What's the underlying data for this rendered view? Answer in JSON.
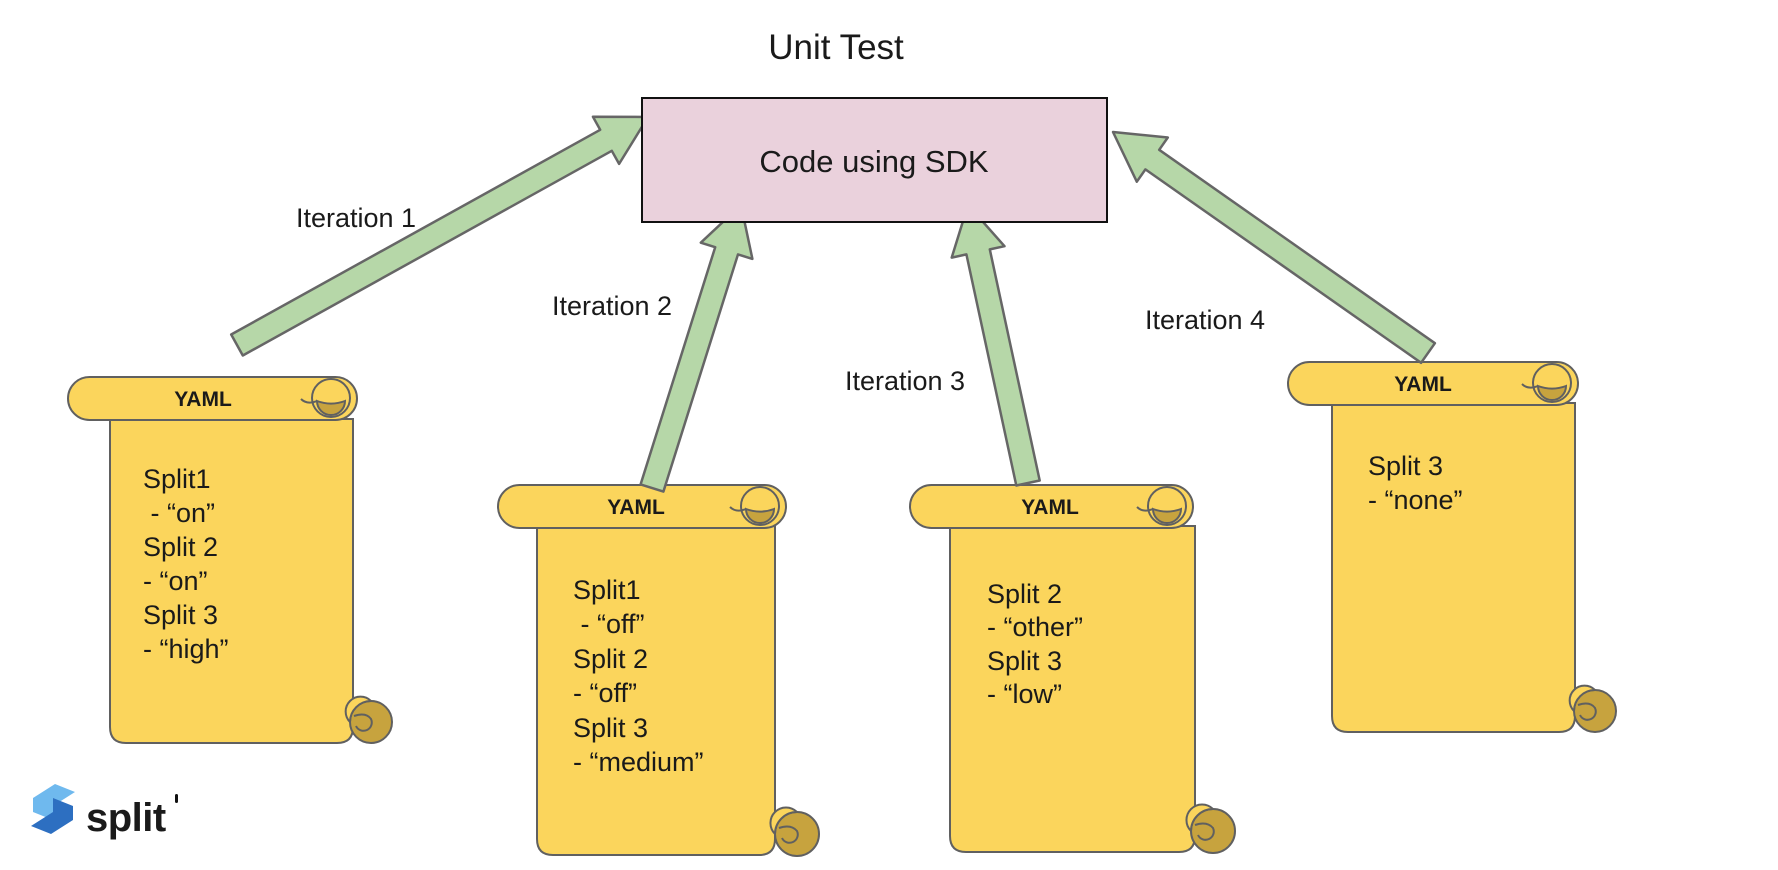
{
  "title": "Unit Test",
  "box": {
    "label": "Code using SDK"
  },
  "arrows": [
    {
      "label": "Iteration 1"
    },
    {
      "label": "Iteration 2"
    },
    {
      "label": "Iteration 3"
    },
    {
      "label": "Iteration 4"
    }
  ],
  "scrolls": [
    {
      "header": "YAML",
      "lines": [
        "Split1",
        " - “on”",
        "Split 2",
        "- “on”",
        "Split 3",
        "- “high”"
      ]
    },
    {
      "header": "YAML",
      "lines": [
        "Split1",
        " - “off”",
        "Split 2",
        "- “off”",
        "Split 3",
        "- “medium”"
      ]
    },
    {
      "header": "YAML",
      "lines": [
        "Split 2",
        "- “other”",
        "Split 3",
        "- “low”"
      ]
    },
    {
      "header": "YAML",
      "lines": [
        "Split 3",
        "- “none”"
      ]
    }
  ],
  "logo": {
    "wordmark": "split"
  },
  "colors": {
    "arrow_fill": "#B6D7A8",
    "arrow_stroke": "#666666",
    "scroll_fill": "#FBD55C",
    "scroll_curl": "#C7A33E",
    "scroll_stroke": "#606060",
    "box_fill": "#EAD1DC",
    "box_stroke": "#111111",
    "logo_blue_light": "#6FB9EE",
    "logo_blue_dark": "#2D6FC1"
  }
}
